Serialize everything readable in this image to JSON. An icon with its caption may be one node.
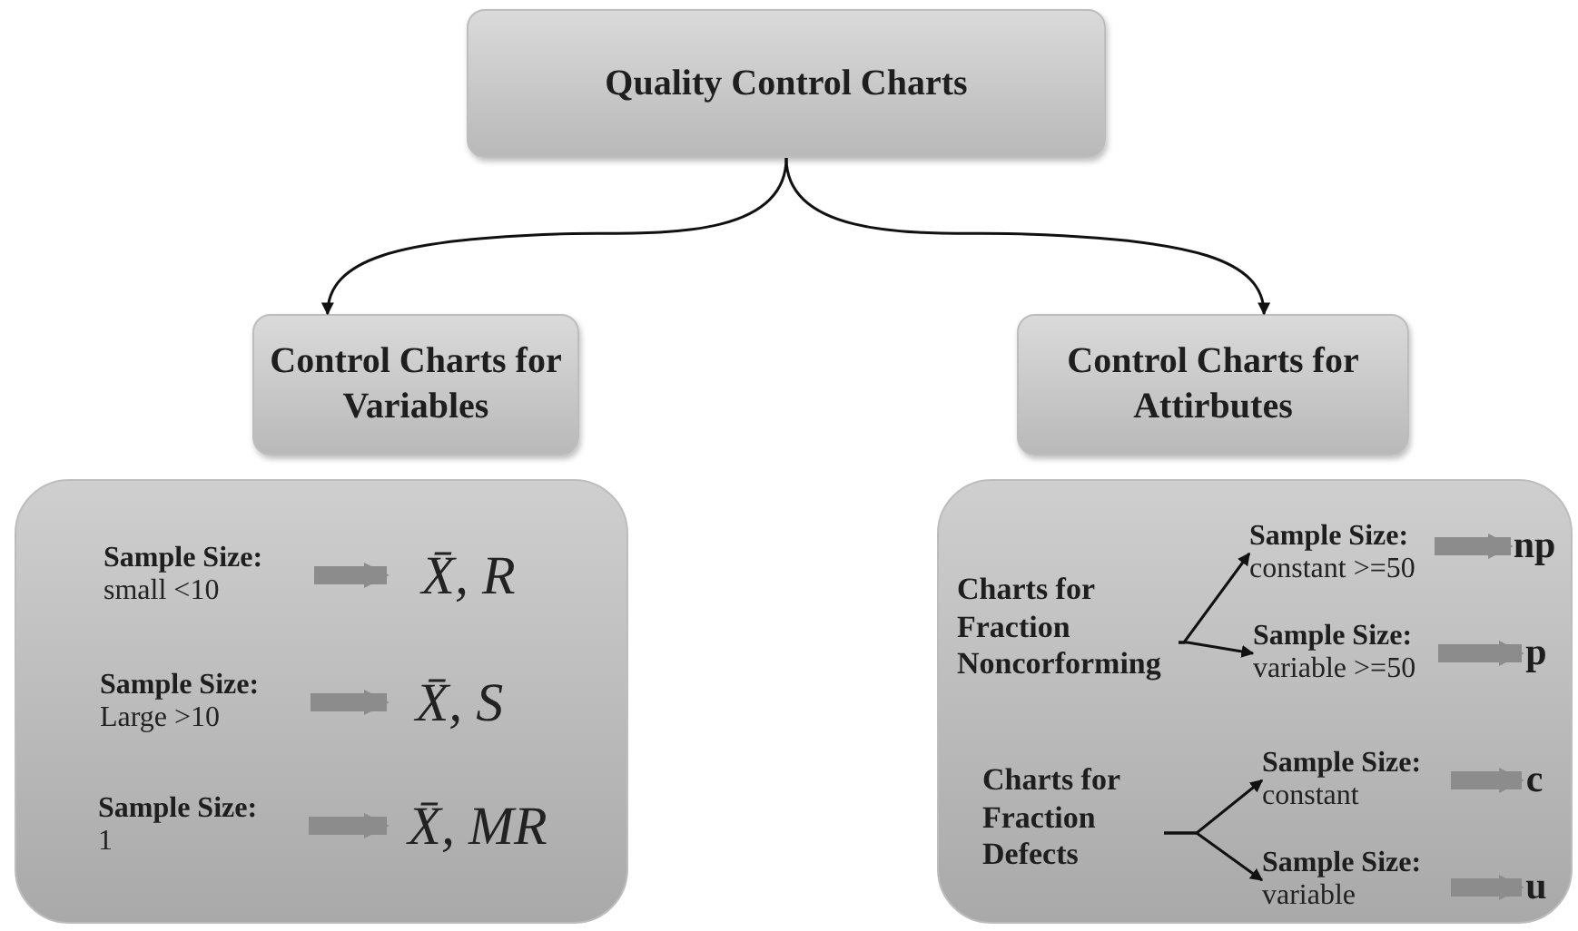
{
  "diagram": {
    "nodes": [
      {
        "text": [
          "Quality Control Charts"
        ]
      },
      {
        "text": [
          "Control Charts for Variables"
        ]
      },
      {
        "text": [
          "Control Charts for Attirbutes"
        ]
      },
      {
        "text": [],
        "shape": "box"
      },
      {
        "text": [],
        "shape": "box"
      },
      {
        "text": [
          "Sample Size:",
          "small <10"
        ],
        "in": 3
      },
      {
        "text": [
          "X̄, R"
        ],
        "in": 3
      },
      {
        "text": [
          "Sample Size:",
          "Large >10"
        ],
        "in": 3
      },
      {
        "text": [
          "X̄, S"
        ],
        "in": 3
      },
      {
        "text": [
          "Sample Size:",
          "1"
        ],
        "in": 3
      },
      {
        "text": [
          "X̄, MR"
        ],
        "in": 3
      },
      {
        "text": [
          "Charts for Fraction Noncorforming"
        ],
        "in": 4
      },
      {
        "text": [
          "Sample Size:",
          "constant >=50"
        ],
        "in": 4
      },
      {
        "text": [
          "np"
        ],
        "in": 4
      },
      {
        "text": [
          "Sample Size:",
          "variable >=50"
        ],
        "in": 4
      },
      {
        "text": [
          "p"
        ],
        "in": 4
      },
      {
        "text": [
          "Charts for Fraction Defects"
        ],
        "in": 4
      },
      {
        "text": [
          "Sample Size:",
          "constant"
        ],
        "in": 4
      },
      {
        "text": [
          "c"
        ],
        "in": 4
      },
      {
        "text": [
          "Sample Size:",
          "variable"
        ],
        "in": 4
      },
      {
        "text": [
          "u"
        ],
        "in": 4
      }
    ],
    "edges": [
      {
        "from": 0,
        "to": 1,
        "arrow": "to",
        "color": "#111111"
      },
      {
        "from": 0,
        "to": 2,
        "arrow": "to",
        "color": "#111111"
      },
      {
        "from": 5,
        "to": 6,
        "arrow": "to"
      },
      {
        "from": 7,
        "to": 8,
        "arrow": "to"
      },
      {
        "from": 9,
        "to": 10,
        "arrow": "to"
      },
      {
        "from": 11,
        "to": 12,
        "arrow": "to",
        "color": "#111111"
      },
      {
        "from": 11,
        "to": 14,
        "arrow": "to",
        "color": "#111111"
      },
      {
        "from": 12,
        "to": 13,
        "arrow": "to"
      },
      {
        "from": 14,
        "to": 15,
        "arrow": "to"
      },
      {
        "from": 16,
        "to": 17,
        "arrow": "to",
        "color": "#111111"
      },
      {
        "from": 16,
        "to": 19,
        "arrow": "to",
        "color": "#111111"
      },
      {
        "from": 17,
        "to": 18,
        "arrow": "to"
      },
      {
        "from": 19,
        "to": 20,
        "arrow": "to"
      }
    ]
  }
}
